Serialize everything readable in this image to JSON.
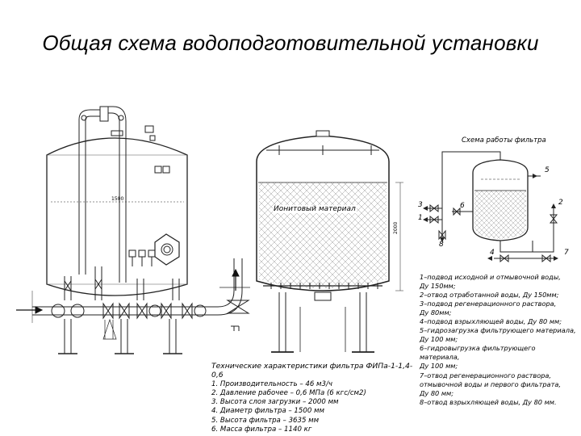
{
  "title": "Общая схема водоподготовительной установки",
  "material_label": "Ионитовый материал",
  "dimension_label_width": "1500",
  "dimension_label_height": "2000",
  "scheme": {
    "title": "Схема работы фильтра",
    "numbers": [
      "1",
      "2",
      "3",
      "4",
      "5",
      "6",
      "7",
      "8"
    ]
  },
  "specs": {
    "heading": "Технические характеристики фильтра ФИПа-1-1,4-0,6",
    "items": [
      "1. Производительность – 46 м3/ч",
      "2. Давление рабочее – 0,6 МПа (6 кгс/см2)",
      "3. Высота слоя загрузки – 2000 мм",
      "4. Диаметр фильтра – 1500 мм",
      "5. Высота фильтра – 3635 мм",
      "6. Масса фильтра – 1140 кг"
    ]
  },
  "legend": [
    "1–подвод исходной и отмывочной воды,",
    "Ду 150мм;",
    "2–отвод отработанной воды, Ду 150мм;",
    "3–подвод регенерационного раствора,",
    "Ду 80мм;",
    "4–подвод взрыхляющей воды, Ду 80 мм;",
    "5–гидрозагрузка фильтрующего материала,",
    "Ду 100 мм;",
    "6–гидровыгрузка фильтрующего материала,",
    "Ду 100 мм;",
    "7–отвод регенерационного раствора,",
    "отмывочной воды и первого фильтрата,",
    "Ду 80 мм;",
    "8–отвод взрыхляющей воды, Ду 80 мм."
  ]
}
